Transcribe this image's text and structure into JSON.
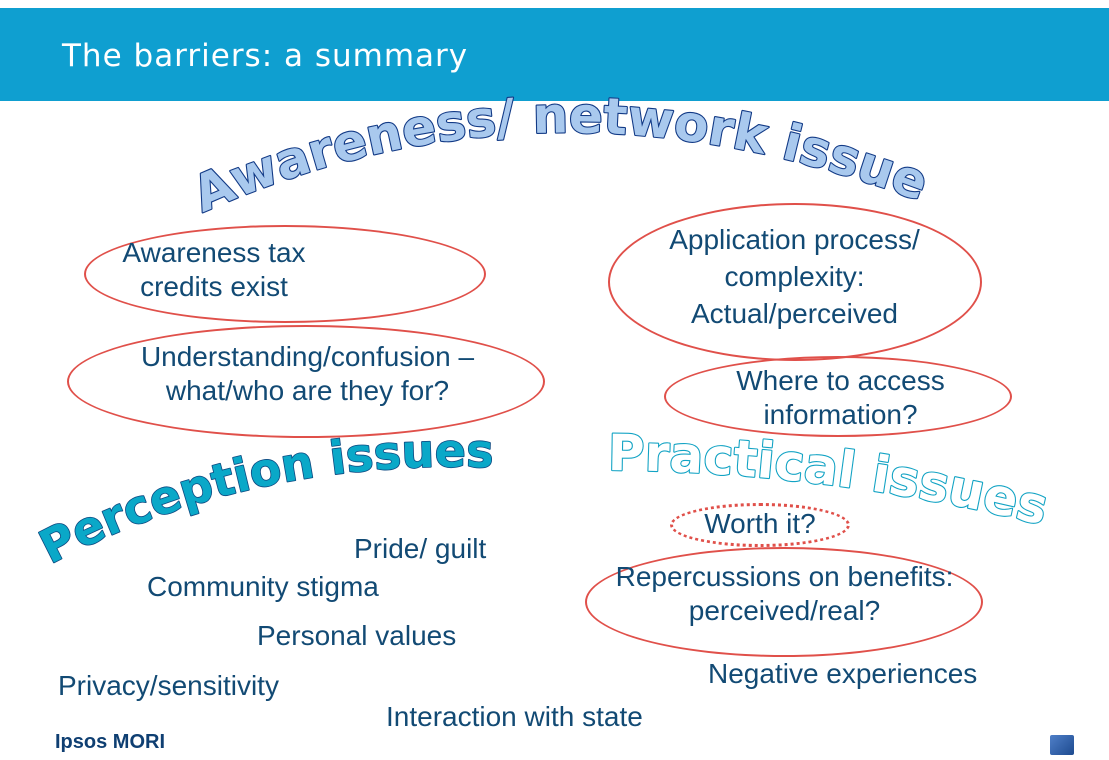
{
  "header": {
    "title": "The barriers: a summary",
    "background": "#0f9fd0"
  },
  "groups": {
    "awareness": {
      "heading": "Awareness/ network issues",
      "items": {
        "tax_credits": "Awareness tax credits exist",
        "understanding": "Understanding/confusion – what/who are they for?"
      }
    },
    "practical": {
      "heading": "Practical issues",
      "items": {
        "application": "Application process/ complexity: Actual/perceived",
        "access": "Where to access information?",
        "worth": "Worth it?",
        "repercussions": "Repercussions on benefits: perceived/real?",
        "negative": "Negative experiences"
      }
    },
    "perception": {
      "heading": "Perception issues",
      "items": {
        "pride": "Pride/ guilt",
        "stigma": "Community stigma",
        "values": "Personal values",
        "privacy": "Privacy/sensitivity",
        "interaction": "Interaction with state"
      }
    }
  },
  "footer": {
    "logo_text": "Ipsos MORI"
  },
  "colors": {
    "ellipse": "#e0504a",
    "text": "#124a74"
  }
}
